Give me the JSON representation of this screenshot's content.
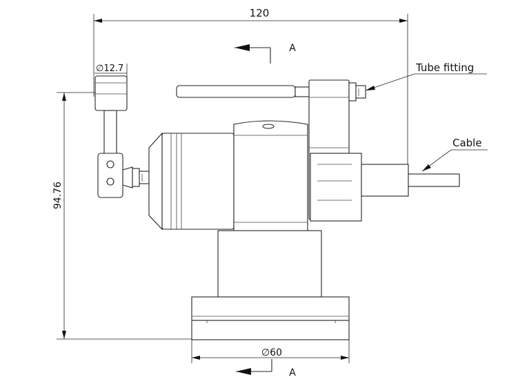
{
  "dimensions": {
    "width_top": "120",
    "height_left": "94.76",
    "probe_diameter": "∅12.7",
    "base_diameter": "∅60"
  },
  "section": {
    "top_label": "A",
    "bottom_label": "A"
  },
  "callouts": {
    "tube_fitting": "Tube fitting",
    "cable": "Cable"
  }
}
